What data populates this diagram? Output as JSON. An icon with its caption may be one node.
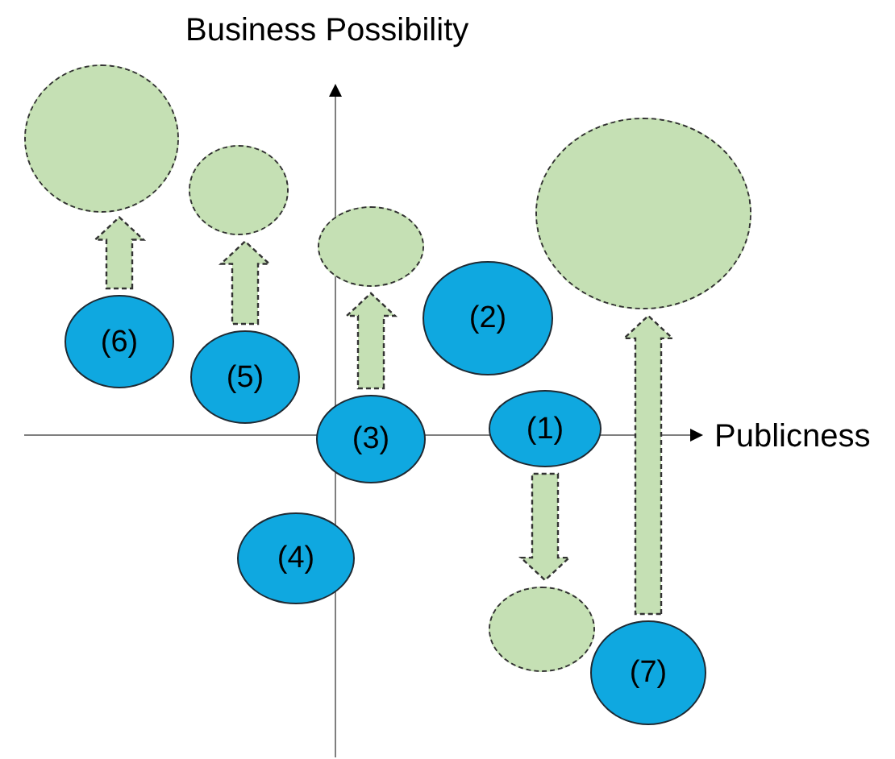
{
  "diagram": {
    "nodes": [
      {
        "text": [],
        "shape": "circle"
      },
      {
        "text": [],
        "shape": "circle"
      },
      {
        "text": [],
        "shape": "circle"
      },
      {
        "text": [],
        "shape": "circle"
      },
      {
        "text": [
          "(6)"
        ]
      },
      {
        "text": [
          "(2)"
        ]
      },
      {
        "text": [
          "(5)"
        ]
      },
      {
        "text": [
          "(3)"
        ]
      },
      {
        "text": [
          "(1)"
        ]
      },
      {
        "text": [
          "(4)"
        ]
      },
      {
        "text": [],
        "shape": "circle"
      },
      {
        "text": [
          "(7)"
        ]
      }
    ],
    "edges": [
      {
        "from": 4,
        "to": 0,
        "arrow": "to",
        "style": "dashed"
      },
      {
        "from": 6,
        "to": 1,
        "arrow": "to",
        "style": "dashed"
      },
      {
        "from": 7,
        "to": 2,
        "arrow": "to",
        "style": "dashed"
      },
      {
        "from": 8,
        "to": 10,
        "arrow": "to",
        "style": "dashed"
      },
      {
        "from": 11,
        "to": 3,
        "arrow": "to",
        "style": "dashed"
      }
    ],
    "labels": [
      "Business Possibility",
      "Publicness"
    ]
  }
}
